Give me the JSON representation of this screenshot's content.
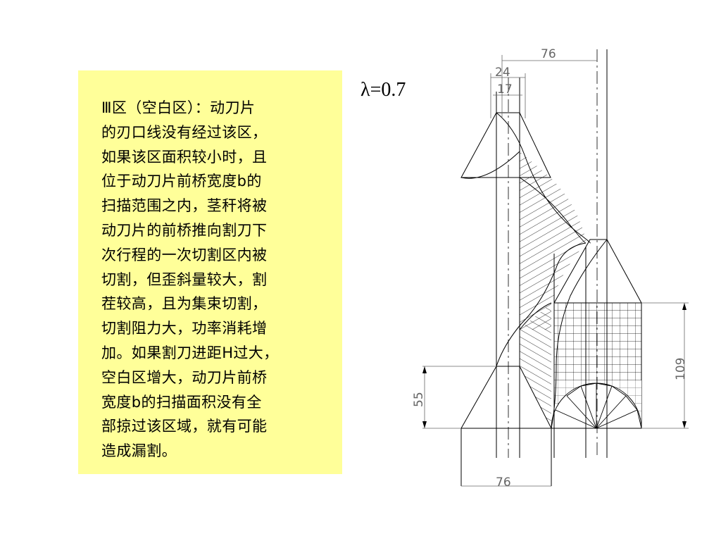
{
  "note": {
    "lines": [
      "Ⅲ区（空白区）：动刀片",
      "的刃口线没有经过该区，",
      "如果该区面积较小时，且",
      "位于动刀片前桥宽度b的",
      "扫描范围之内，茎秆将被",
      "动刀片的前桥推向割刀下",
      "次行程的一次切割区内被",
      "切割，但歪斜量较大，割",
      "茬较高，且为集束切割，",
      "切割阻力大，功率消耗增",
      "加。如果割刀进距H过大，",
      "空白区增大，动刀片前桥",
      "宽度b的扫描面积没有全",
      "部掠过该区域，就有可能",
      "造成漏割。"
    ]
  },
  "diagram": {
    "lambda_label": "λ=0.7",
    "dimensions": {
      "top_width": "76",
      "upper_width": "24",
      "inner_width": "17",
      "left_height": "55",
      "right_height": "109",
      "bottom_width": "76"
    }
  }
}
